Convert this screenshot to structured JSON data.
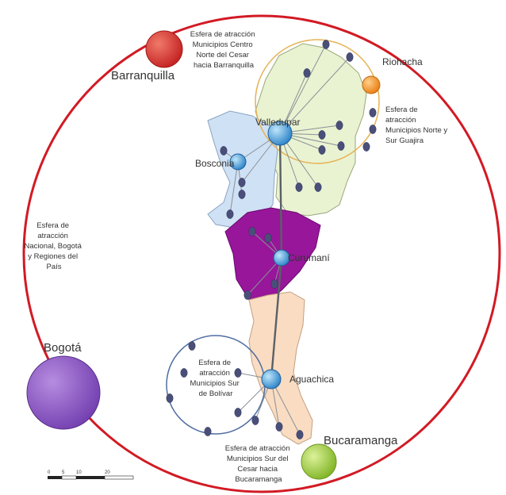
{
  "colors": {
    "outer_circle": "#d21a24",
    "barranquilla": "#d83a3a",
    "riohacha": "#f29424",
    "bogota": "#8a57c0",
    "bucaramanga": "#9ccc3c",
    "hub": "#3aa3d8",
    "hub_dark": "#2b72c4",
    "north_region": "#e9f3d2",
    "west_region": "#cfe1f5",
    "center_region": "#97169a",
    "south_region": "#f9dcc2",
    "line": "#5a6066",
    "dot": "#4a4f7a"
  },
  "cities": {
    "barranquilla": "Barranquilla",
    "riohacha": "Riohacha",
    "valledupar": "Valledupar",
    "bosconia": "Bosconia",
    "curumani": "Curumaní",
    "aguachica": "Aguachica",
    "bogota": "Bogotá",
    "bucaramanga": "Bucaramanga"
  },
  "spheres": {
    "barranquilla": [
      "Esfera de atracción",
      "Municipios Centro",
      "Norte del Cesar",
      "hacia Barranquilla"
    ],
    "norte_guajira": [
      "Esfera de",
      "atracción",
      "Municipios Norte y",
      "Sur Guajira"
    ],
    "nacional": [
      "Esfera de",
      "atracción",
      "Nacional, Bogotá",
      "y Regiones del",
      "País"
    ],
    "sur_bolivar": [
      "Esfera de",
      "atracción",
      "Municipios Sur",
      "de Bolívar"
    ],
    "bucaramanga": [
      "Esfera de atracción",
      "Municipios Sur del",
      "Cesar hacia",
      "Bucaramanga"
    ]
  },
  "scale_bar": {
    "labels": [
      "0",
      "5",
      "10",
      "20"
    ]
  }
}
